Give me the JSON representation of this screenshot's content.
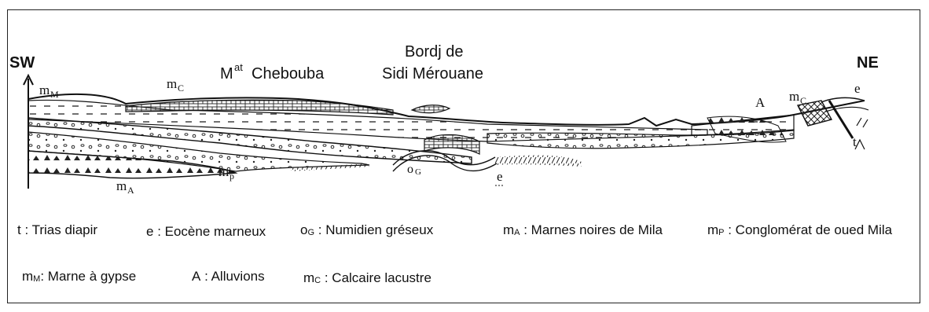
{
  "colors": {
    "ink": "#111111",
    "background": "#ffffff"
  },
  "section": {
    "orientation": {
      "left": "SW",
      "right": "NE"
    },
    "place_labels": {
      "mountain_prefix": "M",
      "mountain_superscript": "at",
      "mountain_name": "Chebouba",
      "village_line1": "Bordj de",
      "village_line2": "Sidi Mérouane"
    },
    "unit_labels": {
      "mM": {
        "base": "m",
        "sub": "M"
      },
      "mC_left": {
        "base": "m",
        "sub": "C"
      },
      "mA": {
        "base": "m",
        "sub": "A"
      },
      "mp": {
        "base": "m",
        "sub": "p"
      },
      "oG": {
        "base": "o",
        "sub": "G"
      },
      "e_center": "e",
      "A": "A",
      "mC_right": {
        "base": "m",
        "sub": "C"
      },
      "e_right": "e",
      "t": "t"
    }
  },
  "legend": {
    "row1": [
      {
        "symbol": "t",
        "sub": "",
        "text": " : Trias diapir"
      },
      {
        "symbol": "e",
        "sub": "",
        "text": " : Eocène marneux"
      },
      {
        "symbol": "o",
        "sub": "G",
        "text": " : Numidien gréseux"
      },
      {
        "symbol": "m",
        "sub": "A",
        "text": " : Marnes noires de Mila"
      },
      {
        "symbol": "m",
        "sub": "P",
        "text": " : Conglomérat de oued Mila"
      }
    ],
    "row2": [
      {
        "symbol": "m",
        "sub": "M",
        "text": ": Marne à gypse"
      },
      {
        "symbol": "A",
        "sub": "",
        "text": " : Alluvions"
      },
      {
        "symbol": "m",
        "sub": "C",
        "text": " : Calcaire lacustre"
      }
    ]
  }
}
